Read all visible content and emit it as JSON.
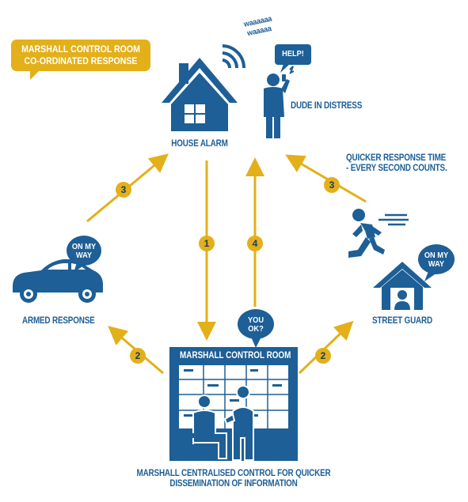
{
  "callout": {
    "text_line1": "MARSHALL CONTROL ROOM",
    "text_line2": "CO-ORDINATED RESPONSE"
  },
  "nodes": {
    "house_alarm": {
      "label": "HOUSE ALARM",
      "sound_line1": "waaaaaa",
      "sound_line2": "waaaaa"
    },
    "person": {
      "label": "DUDE IN DISTRESS",
      "speech": "HELP!"
    },
    "armed_response": {
      "label": "ARMED RESPONSE",
      "speech_line1": "ON MY",
      "speech_line2": "WAY"
    },
    "street_guard": {
      "label": "STREET GUARD",
      "speech_line1": "ON MY",
      "speech_line2": "WAY"
    },
    "control_room": {
      "title": "MARSHALL CONTROL ROOM",
      "speech_line1": "YOU",
      "speech_line2": "OK?"
    }
  },
  "notes": {
    "response_line1": "QUICKER RESPONSE TIME",
    "response_line2": "- EVERY SECOND COUNTS."
  },
  "caption": {
    "line1": "MARSHALL CENTRALISED CONTROL FOR QUICKER",
    "line2": "DISSEMINATION OF INFORMATION"
  },
  "steps": {
    "house_to_control": "1",
    "control_to_armed": "2",
    "control_to_guard": "2",
    "armed_to_house": "3",
    "guard_to_house": "3",
    "control_to_house": "4"
  },
  "colors": {
    "blue": "#1d5f96",
    "navy": "#173c66",
    "gold": "#e3b019"
  },
  "icons": [
    "house-icon",
    "signal-waves-icon",
    "person-phone-icon",
    "car-icon",
    "running-man-icon",
    "guard-hut-icon",
    "control-room-icon",
    "speech-bubble-icon"
  ]
}
